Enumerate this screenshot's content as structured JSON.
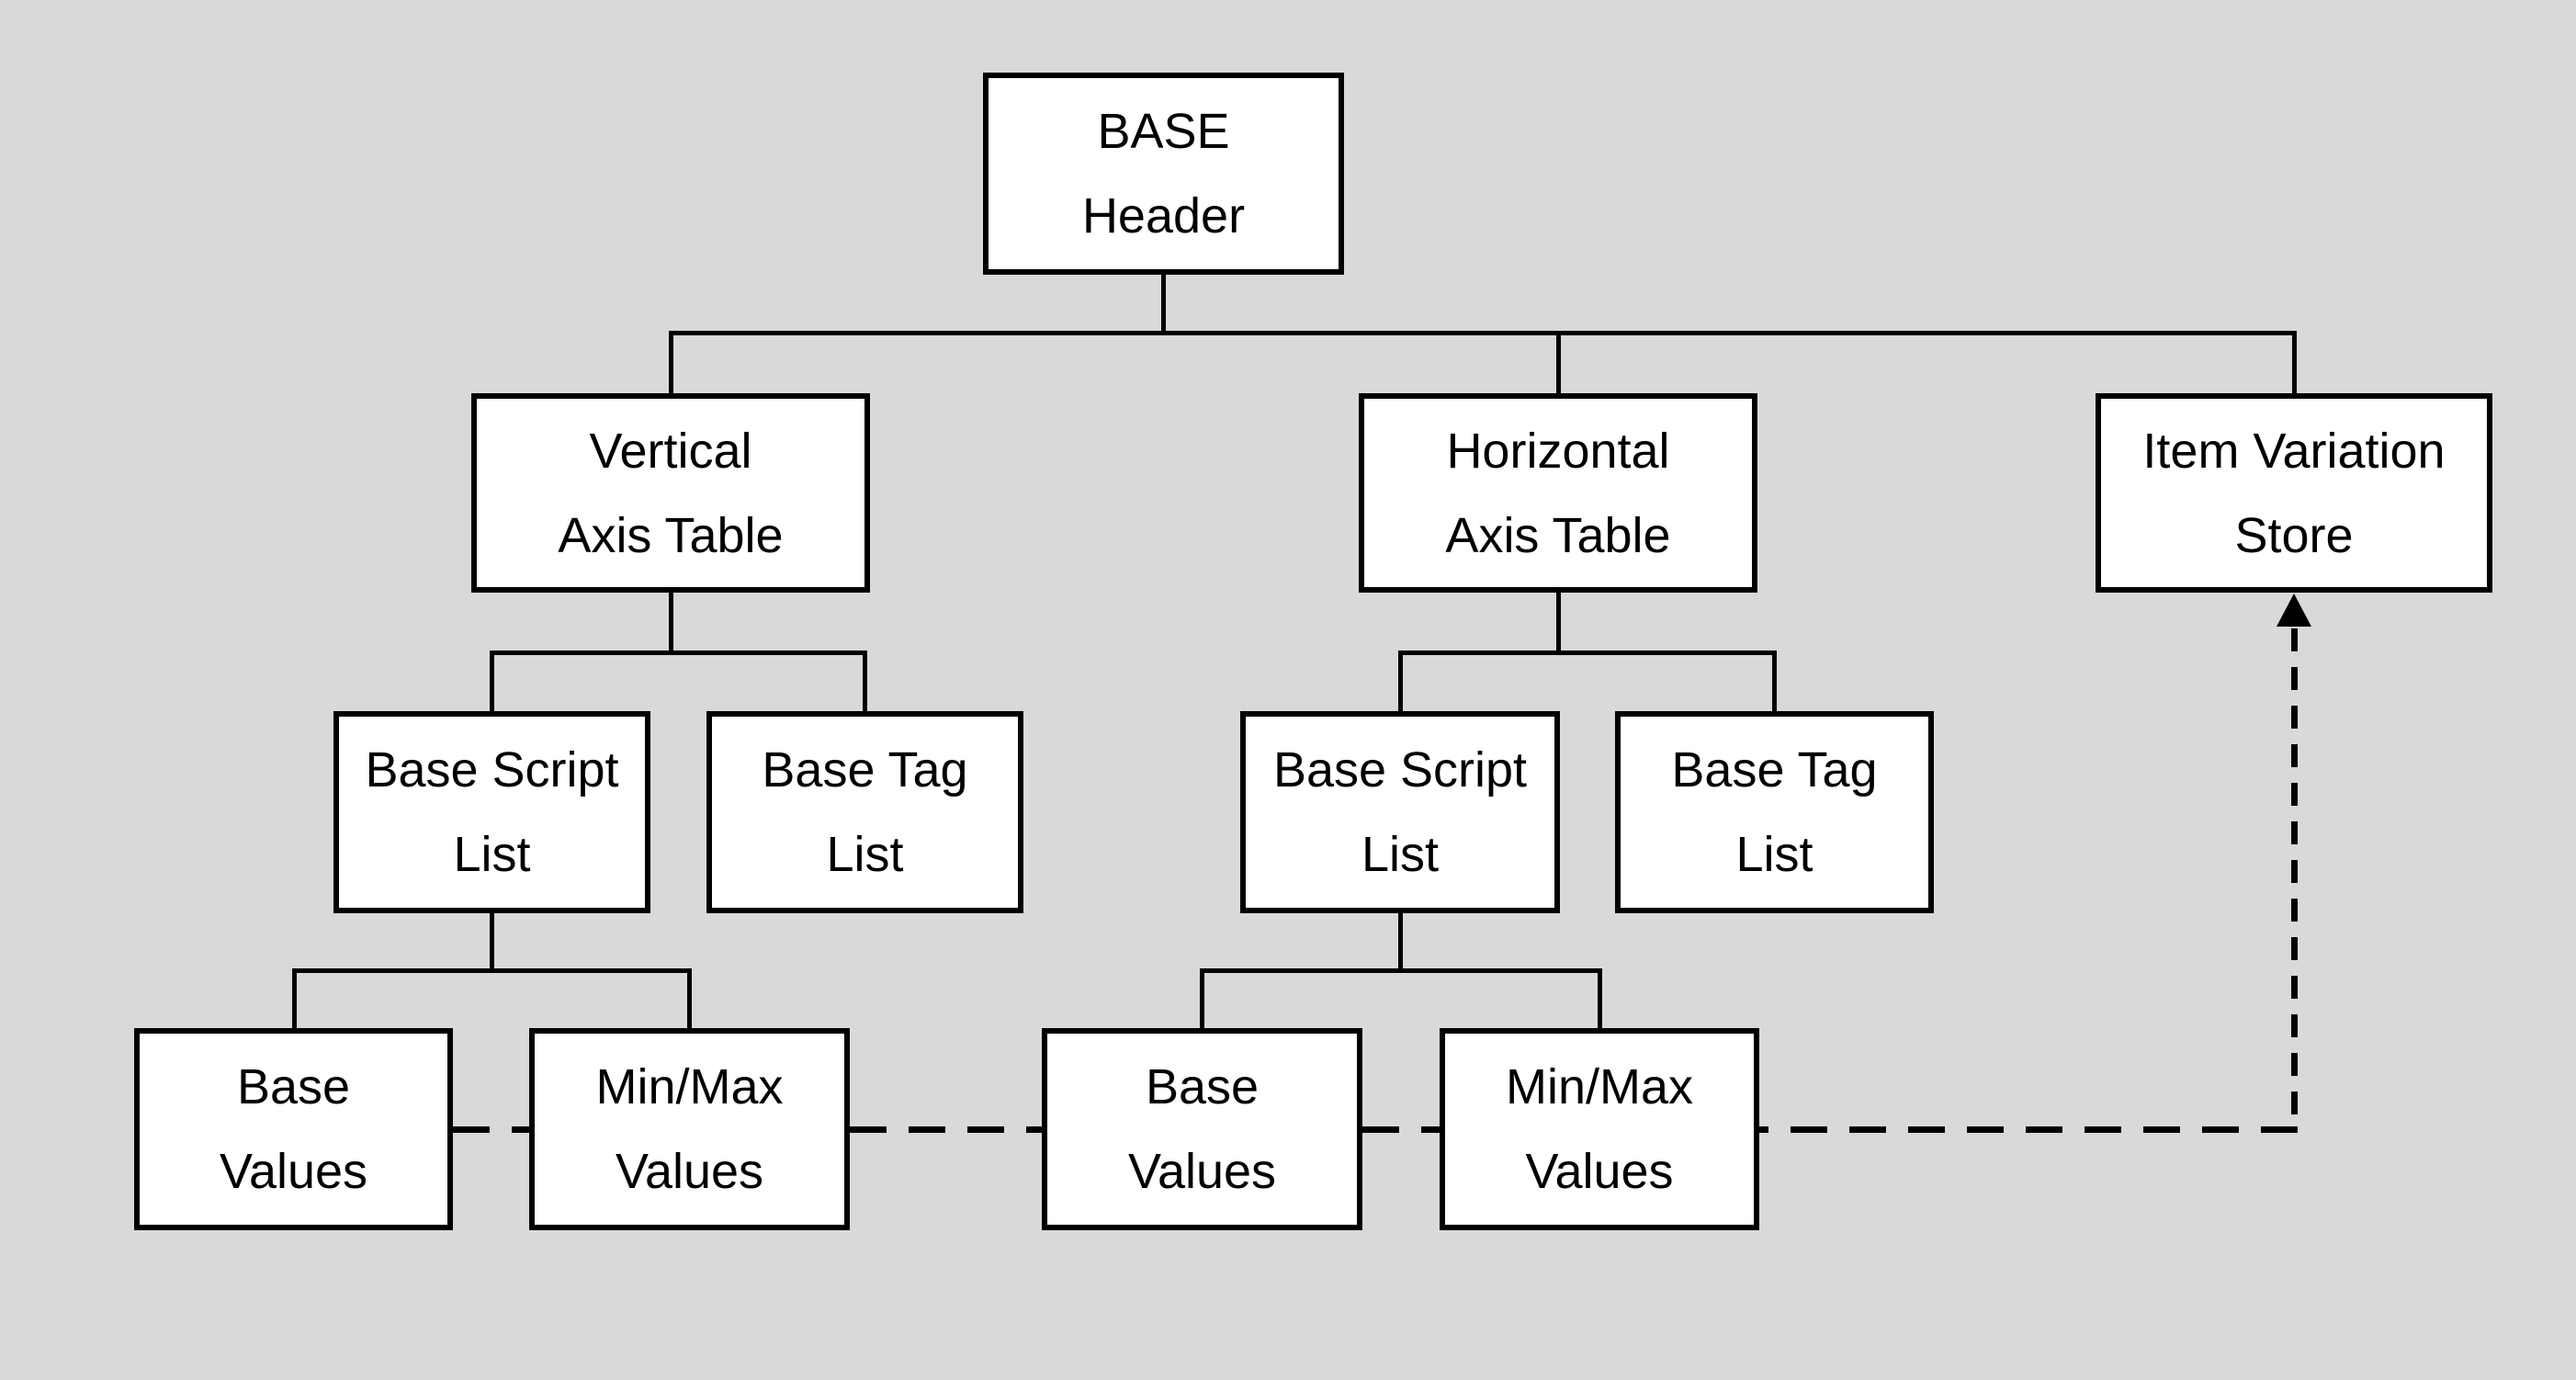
{
  "colors": {
    "background": "#d9d9d9",
    "node_fill": "#ffffff",
    "node_border": "#000000",
    "connector": "#000000",
    "text": "#000000"
  },
  "nodes": {
    "header": "BASE\nHeader",
    "vertical_axis": "Vertical\nAxis Table",
    "horizontal_axis": "Horizontal\nAxis Table",
    "item_variation_store": "Item Variation\nStore",
    "v_base_script_list": "Base Script\nList",
    "v_base_tag_list": "Base Tag\nList",
    "h_base_script_list": "Base Script\nList",
    "h_base_tag_list": "Base Tag\nList",
    "v_base_values": "Base\nValues",
    "v_min_max_values": "Min/Max\nValues",
    "h_base_values": "Base\nValues",
    "h_min_max_values": "Min/Max\nValues"
  },
  "edges": [
    {
      "from": "BASE Header",
      "to": "Vertical Axis Table",
      "style": "solid"
    },
    {
      "from": "BASE Header",
      "to": "Horizontal Axis Table",
      "style": "solid"
    },
    {
      "from": "BASE Header",
      "to": "Item Variation Store",
      "style": "solid"
    },
    {
      "from": "Vertical Axis Table",
      "to": "Base Script List",
      "style": "solid"
    },
    {
      "from": "Vertical Axis Table",
      "to": "Base Tag List",
      "style": "solid"
    },
    {
      "from": "Horizontal Axis Table",
      "to": "Base Script List",
      "style": "solid"
    },
    {
      "from": "Horizontal Axis Table",
      "to": "Base Tag List",
      "style": "solid"
    },
    {
      "from": "Base Script List (vertical)",
      "to": "Base Values",
      "style": "solid"
    },
    {
      "from": "Base Script List (vertical)",
      "to": "Min/Max Values",
      "style": "solid"
    },
    {
      "from": "Base Script List (horizontal)",
      "to": "Base Values",
      "style": "solid"
    },
    {
      "from": "Base Script List (horizontal)",
      "to": "Min/Max Values",
      "style": "solid"
    },
    {
      "from": "Base Values / Min/Max Values (dashed chain)",
      "to": "Item Variation Store",
      "style": "dashed",
      "arrow": "up into Item Variation Store"
    }
  ]
}
